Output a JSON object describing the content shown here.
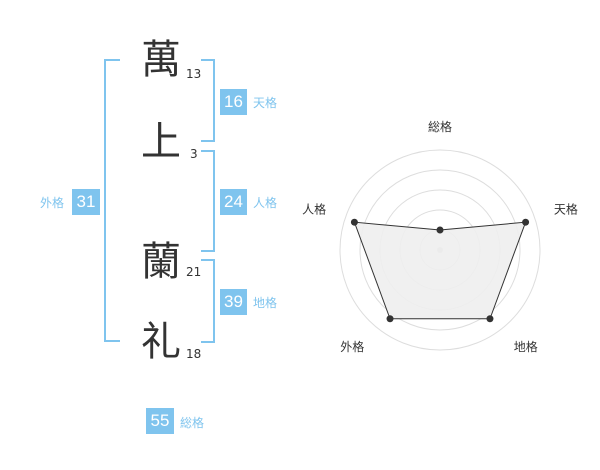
{
  "name": {
    "chars": [
      {
        "char": "萬",
        "strokes": "13"
      },
      {
        "char": "上",
        "strokes": "3"
      },
      {
        "char": "蘭",
        "strokes": "21"
      },
      {
        "char": "礼",
        "strokes": "18"
      }
    ]
  },
  "kakusu": {
    "tenkaku": {
      "value": "16",
      "label": "天格"
    },
    "jinkaku": {
      "value": "24",
      "label": "人格"
    },
    "chikaku": {
      "value": "39",
      "label": "地格"
    },
    "gaikaku": {
      "value": "31",
      "label": "外格"
    },
    "soukaku": {
      "value": "55",
      "label": "総格"
    }
  },
  "chart_data": {
    "type": "radar",
    "axes": [
      "総格",
      "天格",
      "地格",
      "外格",
      "人格"
    ],
    "values": [
      0.2,
      0.9,
      0.85,
      0.85,
      0.9
    ],
    "range": [
      0,
      1
    ],
    "rings": 5,
    "colors": {
      "fill": "#eeeeee",
      "line": "#333333",
      "grid": "#dddddd"
    }
  },
  "colors": {
    "accent": "#7fc4ee",
    "text": "#333333"
  }
}
